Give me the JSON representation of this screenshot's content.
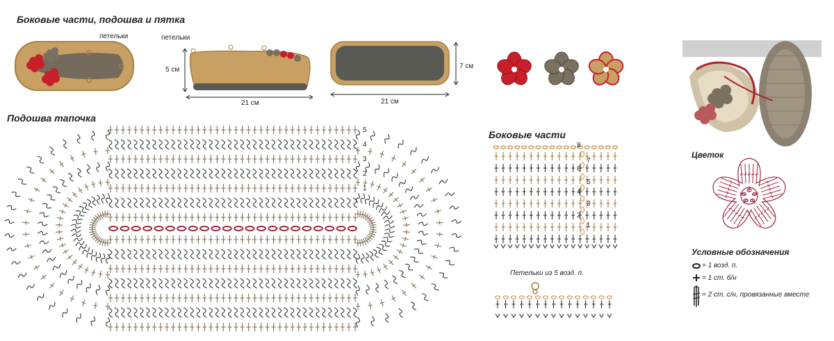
{
  "top": {
    "title": "Боковые части, подошва и пятка",
    "loops_label_1": "петельки",
    "loops_label_2": "петельки",
    "height_label": "5 см",
    "length_label_1": "21 см",
    "length_label_2": "21 см",
    "width_label": "7 см"
  },
  "sole": {
    "title": "Подошва тапочка",
    "row_numbers": [
      "5",
      "4",
      "3",
      "2",
      "1"
    ]
  },
  "sides": {
    "title": "Боковые части",
    "row_numbers_left": [
      "8",
      "6",
      "4",
      "2"
    ],
    "row_numbers_right": [
      "7",
      "5",
      "3",
      "1"
    ],
    "loops_caption": "Петельки из 5 возд. п."
  },
  "flower": {
    "title": "Цветок"
  },
  "legend": {
    "title": "Условные обозначения",
    "items": [
      {
        "symbol": "chain-symbol",
        "text": "= 1 возд. п."
      },
      {
        "symbol": "single-crochet-symbol",
        "text": "= 1 ст. б/н"
      },
      {
        "symbol": "two-dc-together-symbol",
        "text": "= 2 ст. с/н, провязанные вместе"
      }
    ]
  },
  "colors": {
    "felt": "#c9a063",
    "felt_dark": "#a57f45",
    "sole_dark": "#5a5a55",
    "flower_red": "#c8202a",
    "flower_gray": "#7a7060",
    "chart_brown": "#8a7a62",
    "chart_red": "#a0243a",
    "chart_dark": "#333333"
  }
}
